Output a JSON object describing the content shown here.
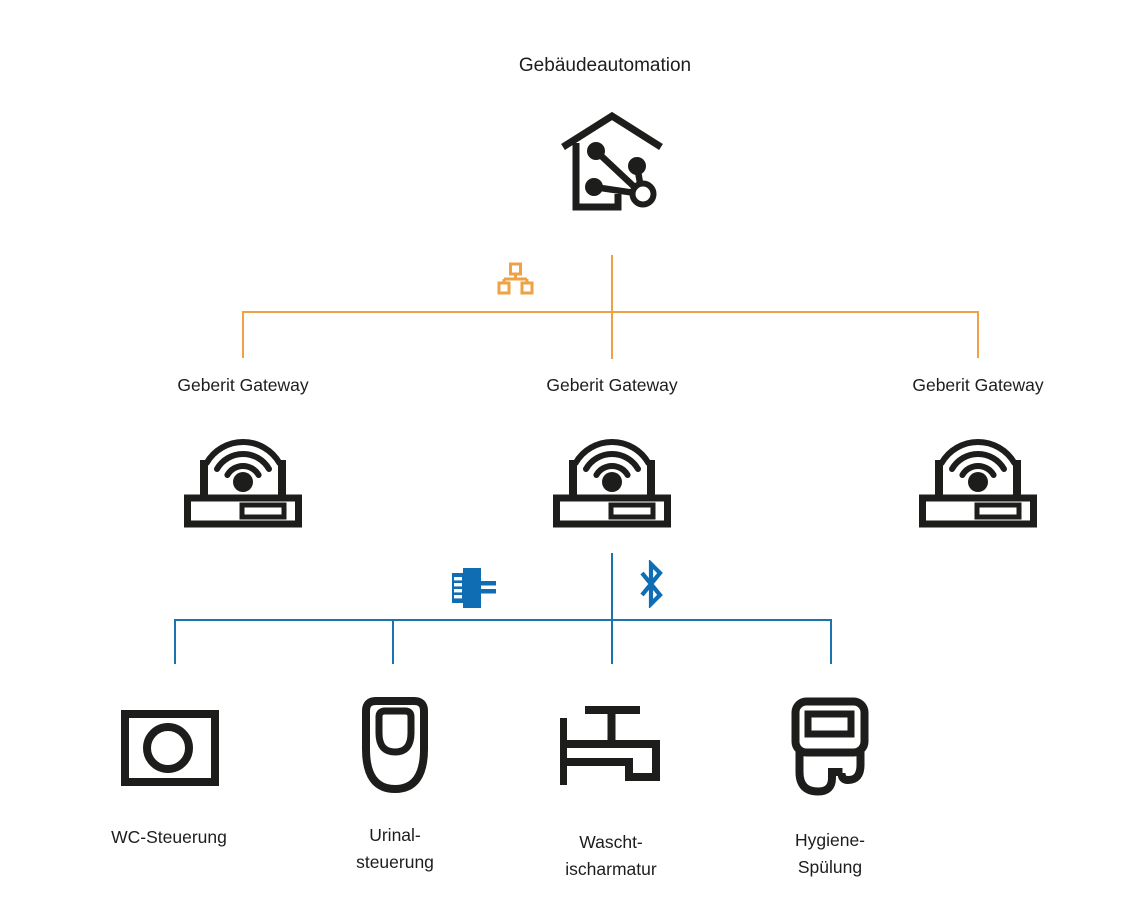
{
  "diagram": {
    "root": {
      "label": "Gebäudeautomation",
      "icon": "smart-home-network-icon"
    },
    "top_bus": {
      "icon": "lan-topology-icon",
      "line_color": "#EFA145"
    },
    "gateways": [
      {
        "label": "Geberit Gateway",
        "icon": "wifi-router-icon"
      },
      {
        "label": "Geberit Gateway",
        "icon": "wifi-router-icon"
      },
      {
        "label": "Geberit Gateway",
        "icon": "wifi-router-icon"
      }
    ],
    "bottom_bus": {
      "wired_icon": "bus-connector-icon",
      "wireless_icon": "bluetooth-icon",
      "line_color": "#1C74AE"
    },
    "devices": [
      {
        "line1": "WC-Steuerung",
        "line2": "",
        "icon": "wc-flush-plate-icon"
      },
      {
        "line1": "Urinal-",
        "line2": "steuerung",
        "icon": "urinal-icon"
      },
      {
        "line1": "Wascht-",
        "line2": "ischarmatur",
        "icon": "washbasin-faucet-icon"
      },
      {
        "line1": "Hygiene-",
        "line2": "Spülung",
        "icon": "hygiene-flush-icon"
      }
    ]
  },
  "colors": {
    "background": "#FFFFFF",
    "ink": "#1D1D1B",
    "accent_orange": "#EFA145",
    "accent_blue": "#1C74AE",
    "icon_blue": "#0F6DB4"
  }
}
